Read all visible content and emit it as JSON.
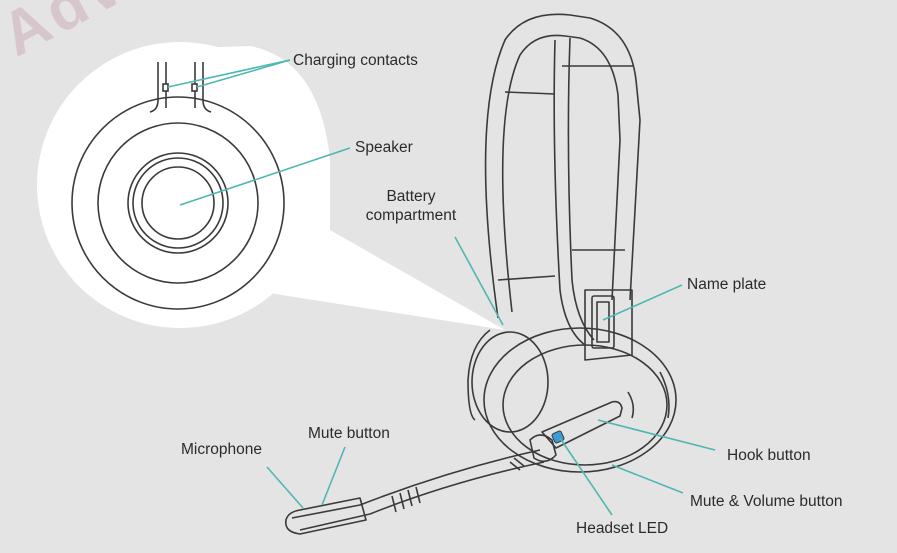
{
  "watermark": "Adv",
  "colors": {
    "background": "#e4e4e4",
    "leader_line": "#4fb7b1",
    "outline": "#3a3a3a",
    "led": "#3a9bd5"
  },
  "callouts": {
    "charging_contacts": "Charging contacts",
    "speaker": "Speaker",
    "battery_compartment_line1": "Battery",
    "battery_compartment_line2": "compartment",
    "name_plate": "Name plate",
    "microphone": "Microphone",
    "mute_button": "Mute button",
    "hook_button": "Hook button",
    "mute_volume_button": "Mute & Volume button",
    "headset_led": "Headset LED"
  }
}
